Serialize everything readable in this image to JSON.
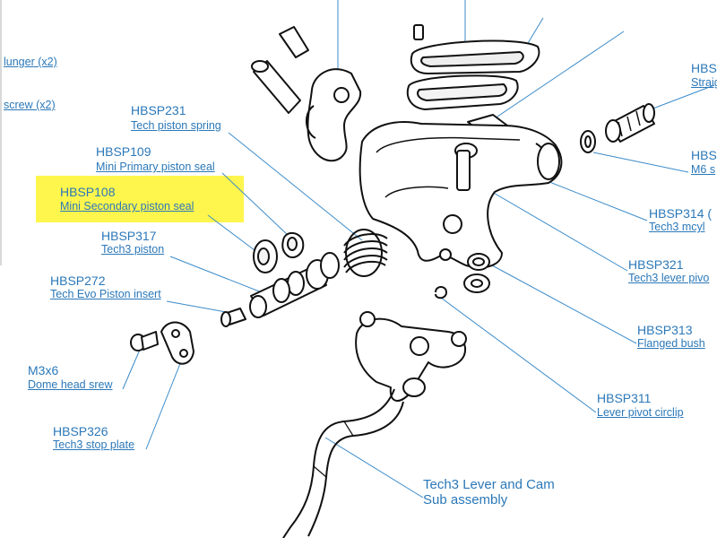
{
  "highlight_color": "#fff64d",
  "label_color": "#2b78b8",
  "labels": {
    "plunger": "lunger (x2)",
    "screw": "screw (x2)",
    "hbsp231_code": "HBSP231",
    "hbsp231_desc": "Tech piston spring",
    "hbsp109_code": "HBSP109",
    "hbsp109_desc": "Mini Primary piston seal",
    "hbsp108_code": "HBSP108",
    "hbsp108_desc": "Mini Secondary piston seal",
    "hbsp317_code": "HBSP317",
    "hbsp317_desc": "Tech3 piston",
    "hbsp272_code": "HBSP272",
    "hbsp272_desc": "Tech Evo Piston insert",
    "m3x6_code": "M3x6",
    "m3x6_desc": "Dome head srew",
    "hbsp326_code": "HBSP326",
    "hbsp326_desc": "Tech3 stop plate",
    "hbs_top_code": "HBS",
    "hbs_top_desc": "Straig",
    "hbs_mid_code": "HBS",
    "hbs_mid_desc": "M6 s",
    "hbsp314_code": "HBSP314 (",
    "hbsp314_desc": "Tech3 mcyl",
    "hbsp321_code": "HBSP321",
    "hbsp321_desc": "Tech3 lever pivo",
    "hbsp313_code": "HBSP313",
    "hbsp313_desc": "Flanged bush",
    "hbsp311_code": "HBSP311",
    "hbsp311_desc": "Lever pivot circlip",
    "lever_line1": "Tech3 Lever and Cam",
    "lever_line2": "Sub assembly"
  }
}
